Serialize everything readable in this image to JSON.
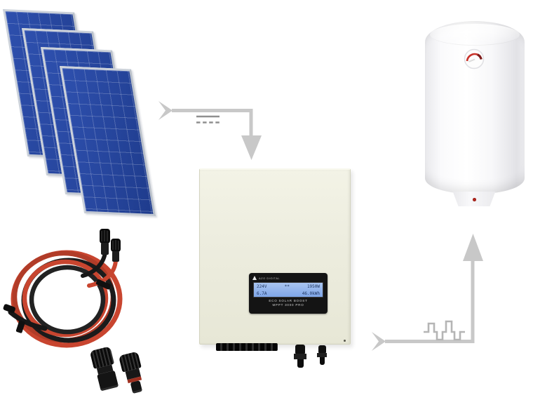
{
  "scene": {
    "background": "#ffffff",
    "arrow_color": "#c8c8c8",
    "solar_array": {
      "label": "solar-panel-array",
      "panel_count": 4,
      "cell_color": "#26459c",
      "frame_color": "#ccd2da"
    },
    "dc_cables": {
      "label": "solar-dc-cable-coil",
      "wire_colors": [
        "#c8452f",
        "#171717"
      ]
    },
    "mc4_pair": {
      "label": "mc4-connector-pair",
      "count": 2,
      "body_color": "#141414",
      "oring_color": "#9e2f1f"
    },
    "inverter": {
      "label": "eco-solar-boost-inverter",
      "body_color": "#ededdf",
      "display": {
        "brand": "AZO DIGITAL",
        "lcd": {
          "line1_left": "224V",
          "line1_mid": "**",
          "line1_right": "1950W",
          "line2_left": "6.7A",
          "line2_right": "46.0kWh",
          "bg": "#8fb2ea"
        },
        "model_line1": "ECO SOLAR BOOST",
        "model_line2": "MPPT 3000 PRO"
      }
    },
    "water_heater": {
      "label": "electric-water-heater",
      "body_color": "#ffffff",
      "gauge_arc_color": "#c8332b",
      "drain_dot_color": "#b2241c"
    },
    "symbols": {
      "dc": "dc-current-symbol",
      "wave": "square-wave-symbol"
    }
  }
}
